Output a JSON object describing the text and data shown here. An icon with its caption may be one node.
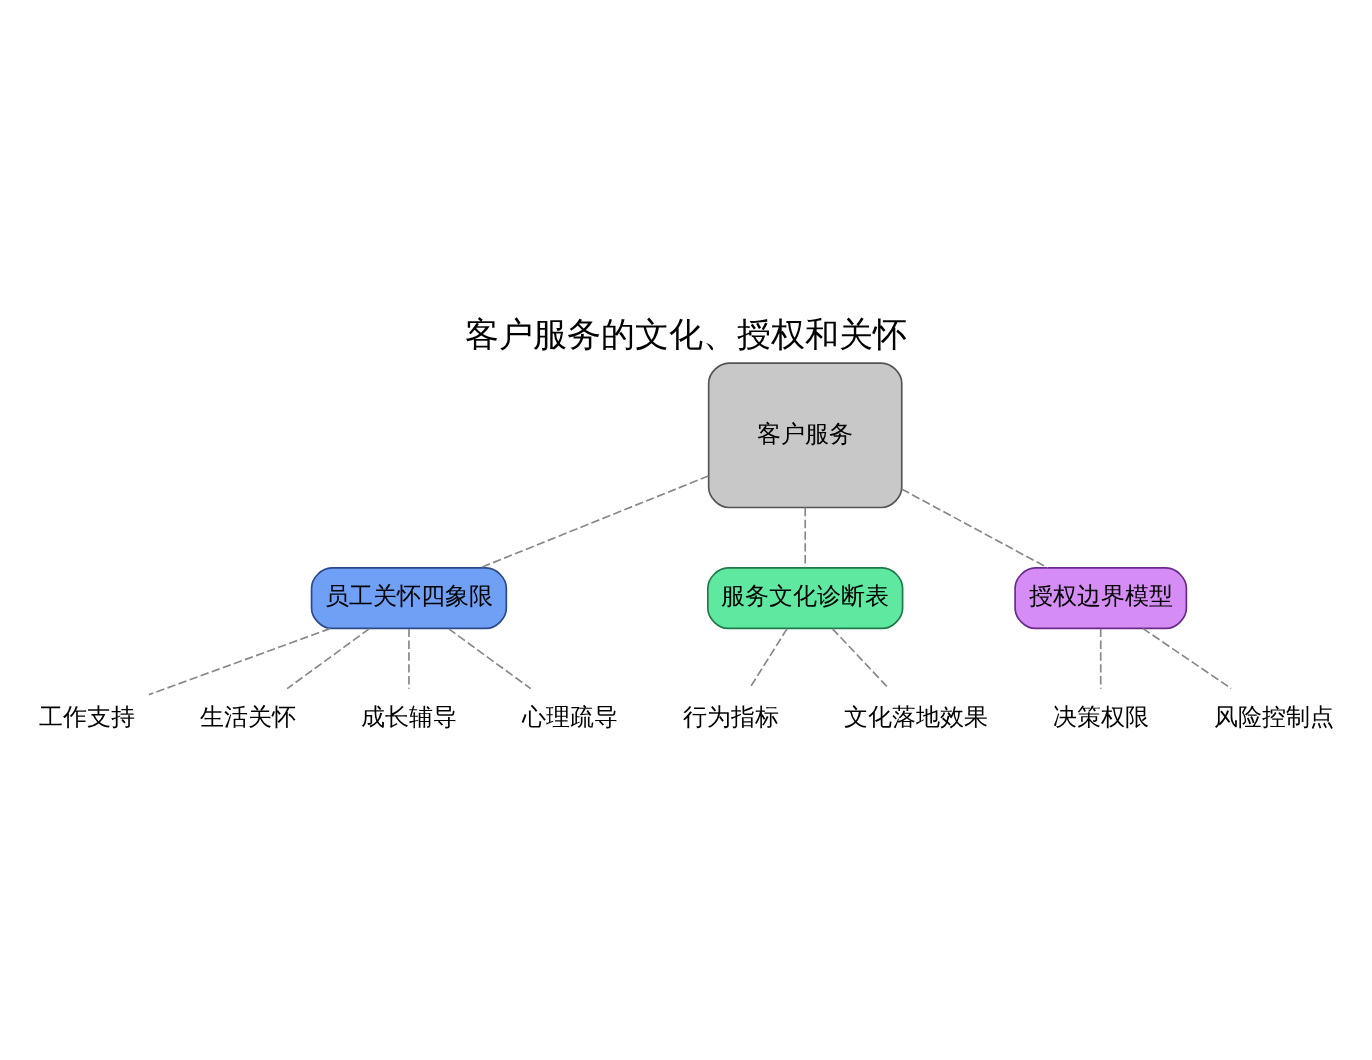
{
  "diagram": {
    "title": "客户服务的文化、授权和关怀",
    "nodes": [
      {
        "text": [
          "客户服务"
        ]
      },
      {
        "text": [
          "员工关怀四象限"
        ]
      },
      {
        "text": [
          "工作支持"
        ]
      },
      {
        "text": [
          "生活关怀"
        ]
      },
      {
        "text": [
          "成长辅导"
        ]
      },
      {
        "text": [
          "心理疏导"
        ]
      },
      {
        "text": [
          "服务文化诊断表"
        ]
      },
      {
        "text": [
          "行为指标"
        ]
      },
      {
        "text": [
          "文化落地效果"
        ]
      },
      {
        "text": [
          "授权边界模型"
        ]
      },
      {
        "text": [
          "决策权限"
        ]
      },
      {
        "text": [
          "风险控制点"
        ]
      }
    ],
    "edges": [
      {
        "from": 0,
        "to": 1,
        "arrow": "none",
        "style": "dashed"
      },
      {
        "from": 0,
        "to": 6,
        "arrow": "none",
        "style": "dashed"
      },
      {
        "from": 0,
        "to": 9,
        "arrow": "none",
        "style": "dashed"
      },
      {
        "from": 1,
        "to": 2,
        "arrow": "none",
        "style": "dashed"
      },
      {
        "from": 1,
        "to": 3,
        "arrow": "none",
        "style": "dashed"
      },
      {
        "from": 1,
        "to": 4,
        "arrow": "none",
        "style": "dashed"
      },
      {
        "from": 1,
        "to": 5,
        "arrow": "none",
        "style": "dashed"
      },
      {
        "from": 6,
        "to": 7,
        "arrow": "none",
        "style": "dashed"
      },
      {
        "from": 6,
        "to": 8,
        "arrow": "none",
        "style": "dashed"
      },
      {
        "from": 9,
        "to": 10,
        "arrow": "none",
        "style": "dashed"
      },
      {
        "from": 9,
        "to": 11,
        "arrow": "none",
        "style": "dashed"
      }
    ]
  }
}
